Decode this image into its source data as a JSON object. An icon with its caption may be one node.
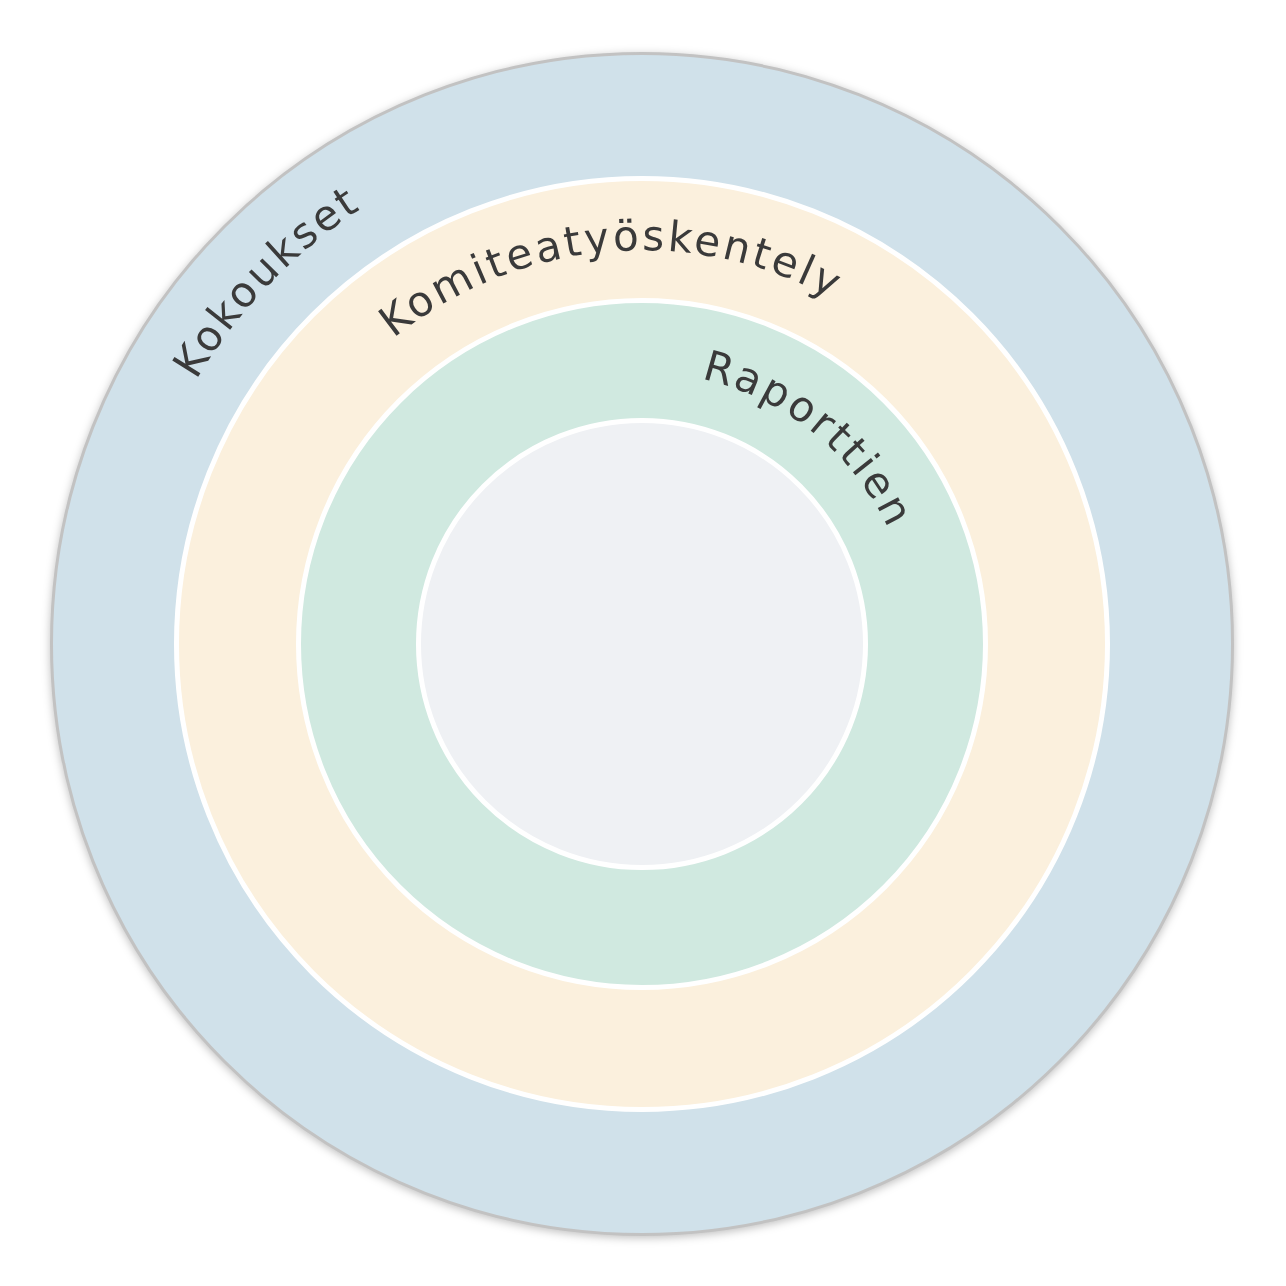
{
  "diagram": {
    "nodes": [
      {
        "text": [
          "Kokoukset"
        ]
      },
      {
        "text": [
          "Komiteatyöskentely"
        ],
        "in": 0
      },
      {
        "text": [
          "Raporttien"
        ],
        "in": 1
      },
      {
        "text": [],
        "shape": "circle",
        "in": 2
      }
    ]
  }
}
